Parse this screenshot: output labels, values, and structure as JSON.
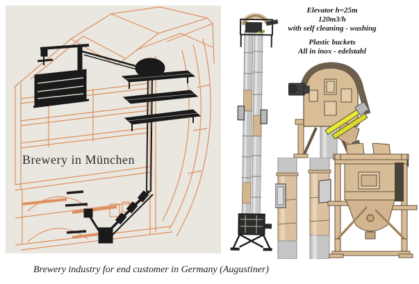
{
  "page": {
    "background_color": "#ffffff",
    "caption": "Brewery industry for end customer in Germany (Augustiner)"
  },
  "building_panel": {
    "label": "Brewery in München",
    "background_color": "#e9e7df",
    "outline_color": "#dd8f5f",
    "machinery_color": "#1a1a1a"
  },
  "annotations": {
    "elevator_spec_line1": "Elevator h=25m",
    "elevator_spec_line2": "120m3/h",
    "elevator_spec_line3": "with self cleaning - washing",
    "buckets_line1": "Plastic buckets",
    "buckets_line2": "All in inox - edelstahl"
  },
  "colors": {
    "cad_tan": "#d9bd97",
    "cad_tan_light": "#e3cda9",
    "cad_tan_dark_band": "#6e5e4c",
    "cad_outline": "#5f4d38",
    "tube_gray": "#c2c2c2",
    "yellow_accent": "#e9e73a",
    "machinery_black": "#1c1c1c"
  }
}
